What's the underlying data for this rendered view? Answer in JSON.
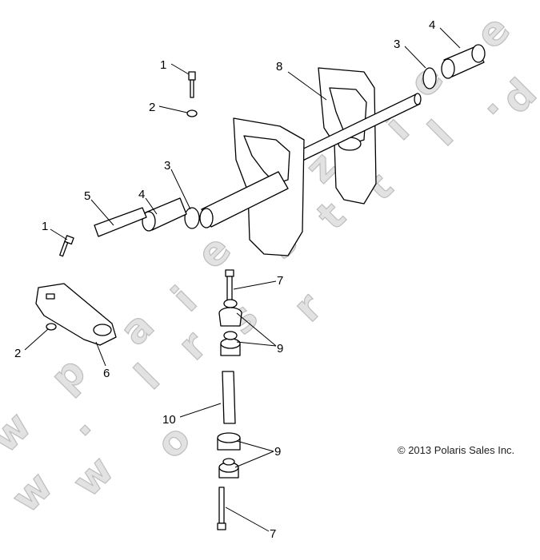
{
  "copyright": "© 2013 Polaris Sales Inc.",
  "watermark": "www.polarisersatzteile.de",
  "callouts": [
    "1",
    "2",
    "3",
    "4",
    "5",
    "1",
    "2",
    "6",
    "7",
    "9",
    "10",
    "9",
    "7",
    "8",
    "3",
    "4"
  ]
}
